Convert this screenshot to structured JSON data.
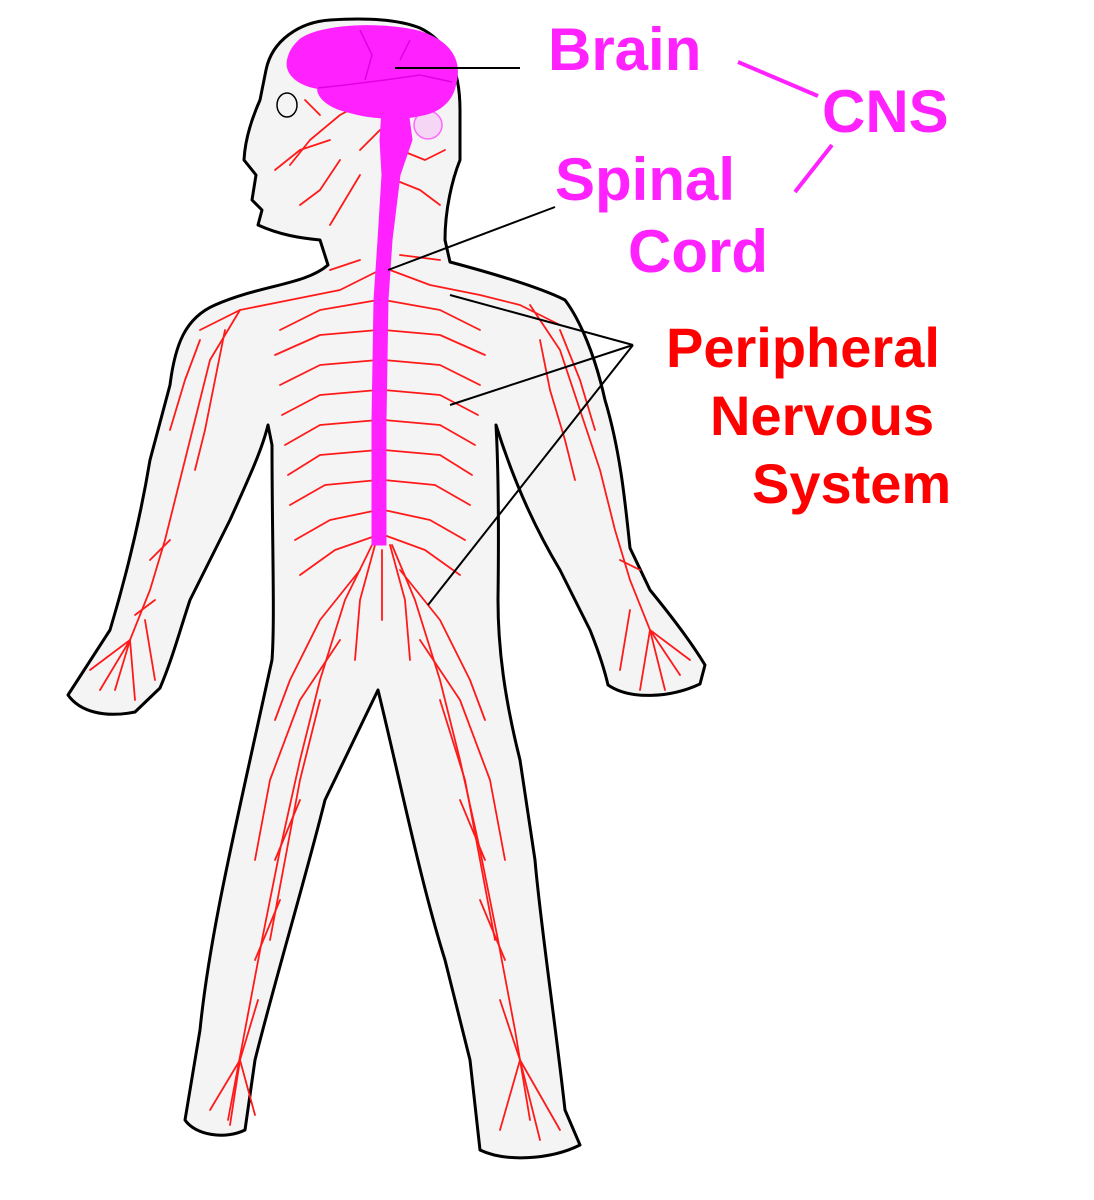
{
  "colors": {
    "cns": "#ff22ff",
    "nerves": "#ff1a1a",
    "pns_label": "#ff0000",
    "outline": "#000000",
    "skin": "#f4f4f4"
  },
  "labels": {
    "brain": "Brain",
    "cns": "CNS",
    "spinal_line1": "Spinal",
    "spinal_line2": "Cord",
    "pns_line1": "Peripheral",
    "pns_line2": "Nervous",
    "pns_line3": "System"
  }
}
